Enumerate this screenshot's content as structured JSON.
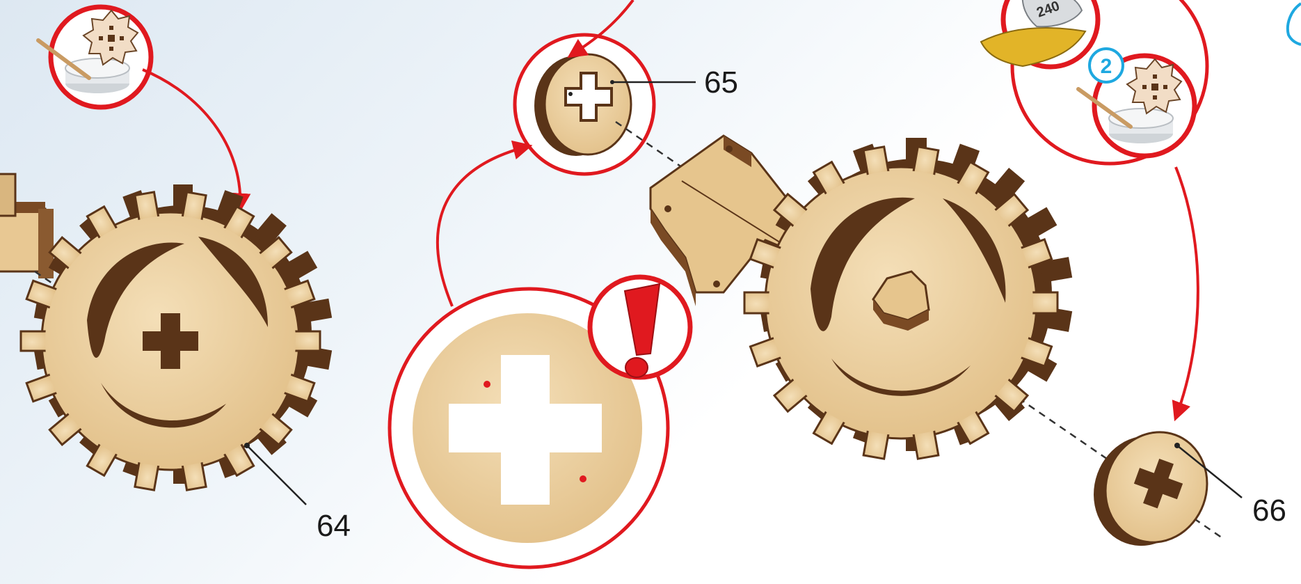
{
  "labels": {
    "part_64": "64",
    "part_65": "65",
    "part_66": "66"
  },
  "steps": {
    "step_2": "2"
  },
  "sandpaper_grit": "240",
  "colors": {
    "wood_light": "#ecd2a4",
    "wood_dark": "#5a3418",
    "wood_mid": "#c8a070",
    "callout_red": "#e0191f",
    "step_blue": "#1ea8e0",
    "sandpaper_yellow": "#e2b428"
  }
}
